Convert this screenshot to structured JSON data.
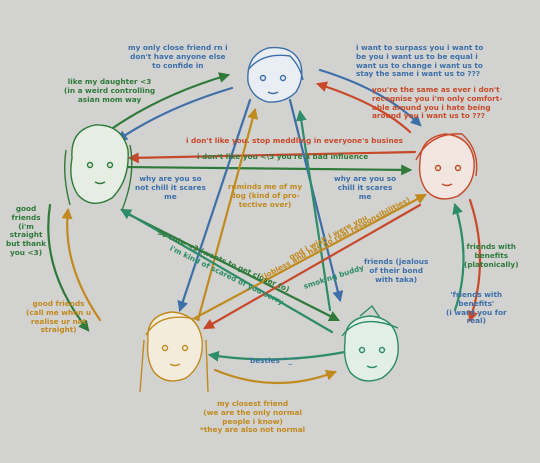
{
  "labels": {
    "l01": "my only close friend rn i\ndon't have anyone else\nto confide in",
    "l02": "i want to surpass you i want to\nbe you i want us to be equal i\nwant us to change i want us to\nstay the same i want us to ???",
    "l03": "like my daughter <3\n(in a weird controlling\nasian mom way",
    "l04": "you're the same as ever i don't\nrecognise you i'm only comfort-\nable around you i hate being\naround you i want us to ???",
    "l05": "i don't like you. stop meddling in everyone's busines",
    "l06": "i don't like you <\\3 you're a bad influence",
    "l07": "why are you so\nnot chill it scares\nme",
    "l08": "reminds me of my\ndog (kind of pro-\ntective over)",
    "l09": "why are you so\nchill it scares\nme",
    "l10": "good\nfriends\n(i'm\nstraight\nbut thank\nyou <3)",
    "l11": "so cute <3 (wants to get closer to)",
    "l12": "i'm kind of scared of you sorry",
    "l13": "god i wish i were you",
    "l14": "(jobless and has no real responsibilities)",
    "l15": "smoking buddy",
    "l16": "friends (jealous\nof their bond\nwith taka)",
    "l17": "friends with\nbenefits\n(platonically)",
    "l18": "good friends\n(call me when u\nrealise ur not\nstraight)",
    "l19": "'friends with\nbenefits'\n(i want you for\nreal)",
    "l20": "besties ^_^",
    "l21": "my closest friend\n(we are the only normal\npeople i know)\n*they are also not normal"
  },
  "colors": {
    "blue": "#3d6fa8",
    "green": "#2f7a3a",
    "red": "#c8492a",
    "gold": "#c18a1e",
    "teal": "#2d8c6a",
    "background": "#d2d2d0"
  }
}
